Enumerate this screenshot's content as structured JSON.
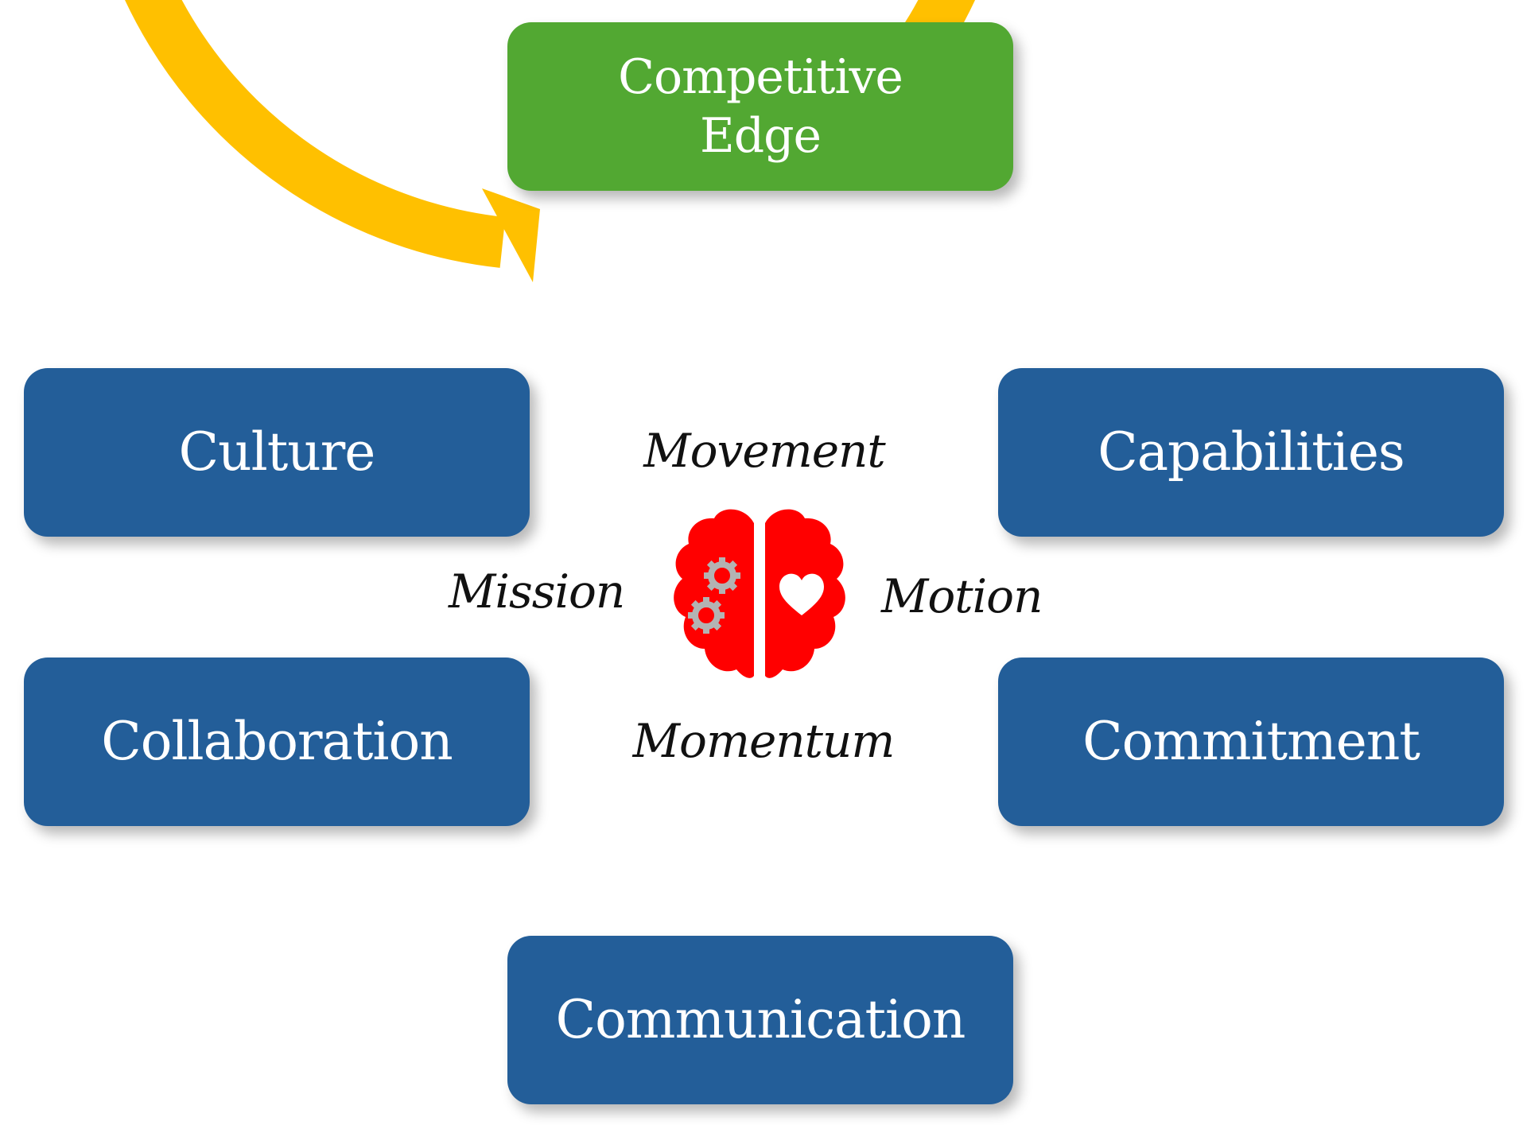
{
  "diagram": {
    "cycle_boxes": {
      "top": "Competitive Edge",
      "upper_left": "Culture",
      "upper_right": "Capabilities",
      "lower_left": "Collaboration",
      "lower_right": "Commitment",
      "bottom": "Communication"
    },
    "center_words": {
      "top": "Movement",
      "left": "Mission",
      "right": "Motion",
      "bottom": "Momentum"
    },
    "center_icon": "brain-gears-heart-icon",
    "colors": {
      "ring": "#ffc000",
      "box_blue": "#235e99",
      "box_green": "#52a832",
      "brain": "#ff0000",
      "gear": "#b3b3b3"
    }
  }
}
